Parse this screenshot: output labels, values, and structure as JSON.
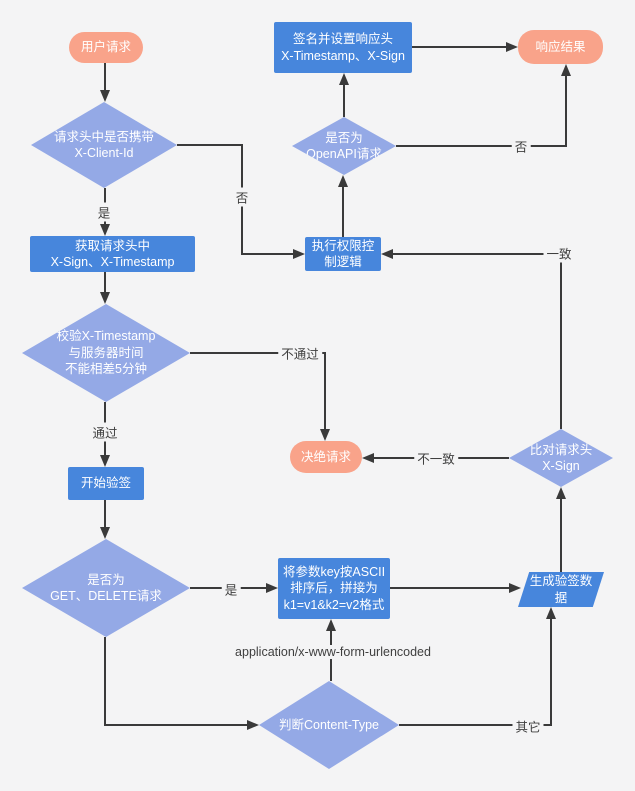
{
  "colors": {
    "bg": "#f4f4f5",
    "terminal": "#f9a38a",
    "process": "#4786dc",
    "decision": "#94a9e6",
    "line": "#3a3a3a",
    "label_text": "#3f3f3f"
  },
  "nodes": {
    "user_request": "用户请求",
    "check_client_id": "请求头中是否携带\nX-Client-Id",
    "get_headers": "获取请求头中\nX-Sign、X-Timestamp",
    "check_timestamp": "校验X-Timestamp\n与服务器时间\n不能相差5分钟",
    "start_verify": "开始验签",
    "check_method": "是否为\nGET、DELETE请求",
    "sign_response": "签名并设置响应头\nX-Timestamp、X-Sign",
    "response_result": "响应结果",
    "check_openapi": "是否为\nOpenAPI请求",
    "acl_logic": "执行权限控\n制逻辑",
    "reject_request": "决绝请求",
    "compare_sign": "比对请求头\nX-Sign",
    "build_params": "将参数key按ASCII\n排序后，拼接为\nk1=v1&k2=v2格式",
    "gen_sign_data": "生成验签数\n据",
    "check_content_type": "判断Content-Type"
  },
  "edge_labels": {
    "client_id_yes": "是",
    "client_id_no": "否",
    "timestamp_pass": "通过",
    "timestamp_fail": "不通过",
    "sign_match": "一致",
    "sign_mismatch": "不一致",
    "openapi_no": "否",
    "method_yes": "是",
    "content_type_form": "application/x-www-form-urlencoded",
    "content_type_other": "其它"
  }
}
